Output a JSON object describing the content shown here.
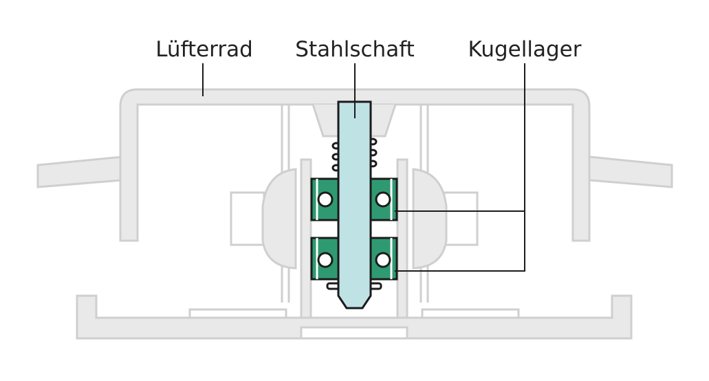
{
  "labels": {
    "fan_wheel": "Lüfterrad",
    "steel_shaft": "Stahlschaft",
    "ball_bearing": "Kugellager"
  },
  "colors": {
    "housing_fill": "#e9e9e9",
    "housing_stroke": "#cfcfcf",
    "bearing_fill": "#2f9a72",
    "shaft_fill": "#bfe2e5",
    "outline": "#1b1b1b",
    "leader": "#1b1b1b"
  }
}
